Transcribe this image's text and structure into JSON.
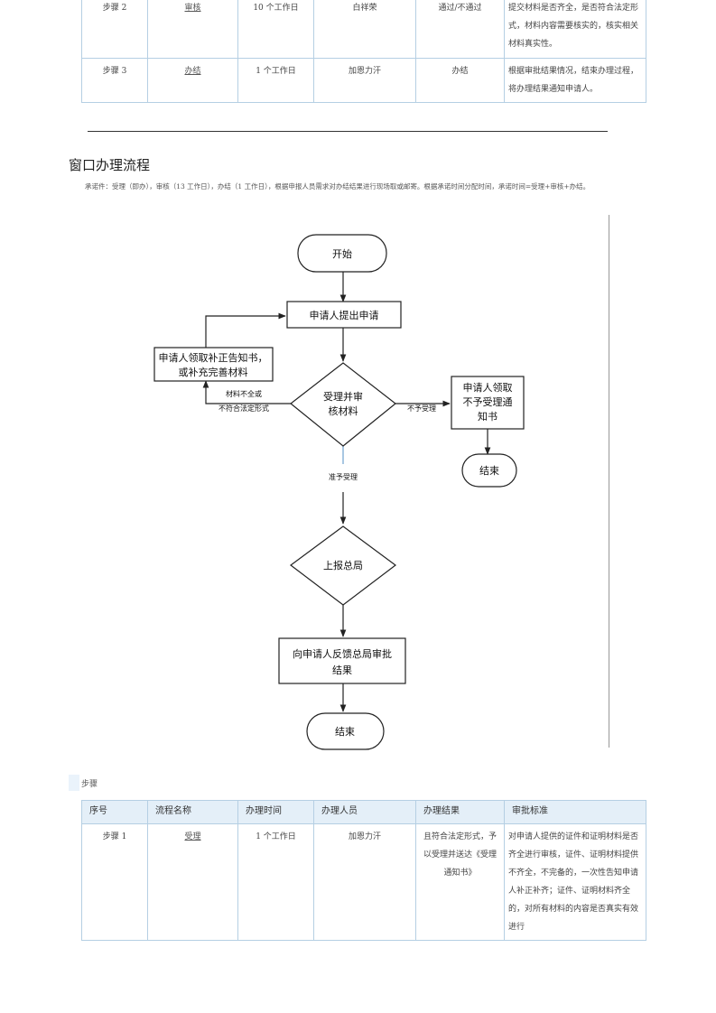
{
  "top_table": {
    "rows": [
      {
        "seq": "步骤 2",
        "name": "审核",
        "time": "10 个工作日",
        "person": "白祥荣",
        "result": "通过/不通过",
        "standard": "提交材料是否齐全，是否符合法定形式，材料内容需要核实的，核实相关材料真实性。"
      },
      {
        "seq": "步骤 3",
        "name": "办结",
        "time": "1 个工作日",
        "person": "加恩力汗",
        "result": "办结",
        "standard": "根据审批结果情况，结束办理过程，将办理结果通知申请人。"
      }
    ]
  },
  "section": {
    "title": "窗口办理流程",
    "intro": "承诺件：受理（即办），审核（13 工作日），办结（1 工作日），根据申报人员需求对办结结果进行现场取或邮寄。根据承诺时间分配时间，承诺时间=受理+审核+办结。"
  },
  "flow": {
    "start": "开始",
    "submit": "申请人提出申请",
    "supplement_line1": "申请人领取补正告知书，",
    "supplement_line2": "或补充完善材料",
    "review_line1": "受理并审",
    "review_line2": "核材料",
    "reject_line1": "申请人领取",
    "reject_line2": "不予受理通",
    "reject_line3": "知书",
    "end_reject": "结束",
    "report": "上报总局",
    "feedback_line1": "向申请人反馈总局审批",
    "feedback_line2": "结果",
    "end": "结束",
    "note_incomplete_1": "材料不全或",
    "note_incomplete_2": "不符合法定形式",
    "note_reject": "不予受理",
    "note_accept": "准予受理"
  },
  "steps_label": "步骤",
  "bottom_table": {
    "headers": [
      "序号",
      "流程名称",
      "办理时间",
      "办理人员",
      "办理结果",
      "审批标准"
    ],
    "rows": [
      {
        "seq": "步骤 1",
        "name": "受理",
        "time": "1 个工作日",
        "person": "加恩力汗",
        "result": "且符合法定形式，予以受理并送达《受理通知书》",
        "standard": "对申请人提供的证件和证明材料是否齐全进行审核，证件、证明材料提供不齐全，不完备的，一次性告知申请人补正补齐；证件、证明材料齐全的，对所有材料的内容是否真实有效进行"
      }
    ]
  }
}
